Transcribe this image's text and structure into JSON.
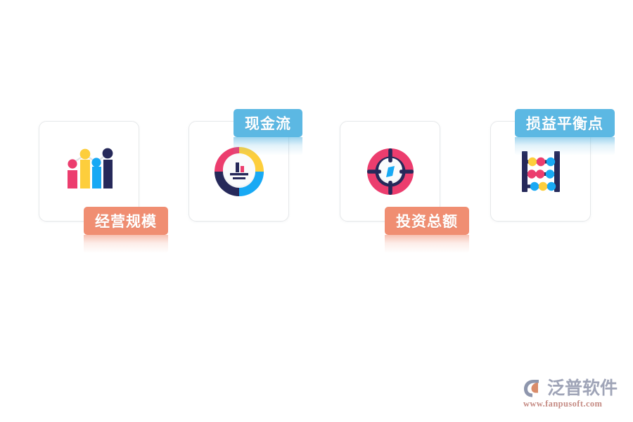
{
  "page": {
    "background_color": "#ffffff",
    "card_border_color": "#e6e8ea",
    "orange_accent": "#F08E72",
    "blue_accent": "#5CB8E3"
  },
  "cards": [
    {
      "id": "card-business-scale",
      "icon_name": "bar-chart-growth-icon",
      "icon_description": "bar chart with trend line and dots",
      "label": "经营规模",
      "label_color": "#F08E72",
      "label_position": "below"
    },
    {
      "id": "card-cash-flow",
      "icon_name": "donut-chart-icon",
      "icon_description": "four segment donut chart with small bar chart in center",
      "label": "现金流",
      "label_color": "#5CB8E3",
      "label_position": "above"
    },
    {
      "id": "card-total-investment",
      "icon_name": "target-compass-icon",
      "icon_description": "pink crosshair target with blue compass needle",
      "label": "投资总额",
      "label_color": "#F08E72",
      "label_position": "below"
    },
    {
      "id": "card-break-even-point",
      "icon_name": "abacus-icon",
      "icon_description": "navy abacus frame with colored beads",
      "label": "损益平衡点",
      "label_color": "#5CB8E3",
      "label_position": "above"
    }
  ],
  "watermark": {
    "brand": "泛普软件",
    "url": "www.fanpusoft.com",
    "logo_icon_name": "fanpu-logo-icon"
  },
  "icon_palette": {
    "pink": "#EC3D6E",
    "yellow": "#FDCE3C",
    "blue": "#18A9F4",
    "navy": "#26295A",
    "light": "#F1F2F4"
  }
}
